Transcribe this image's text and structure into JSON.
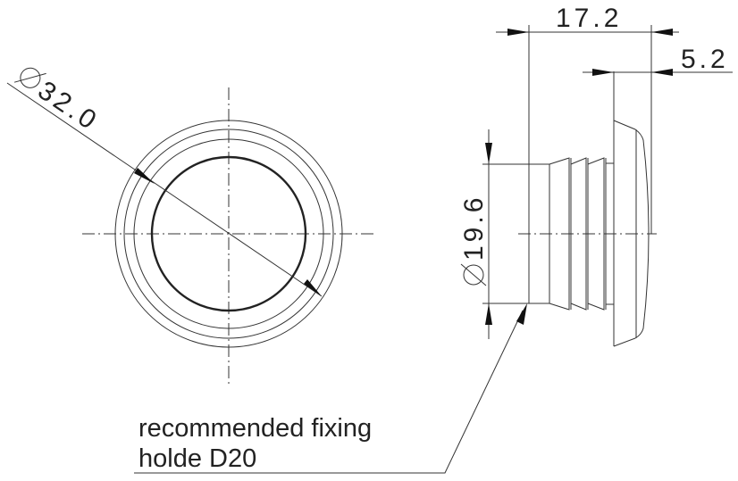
{
  "drawing": {
    "front_view": {
      "diameter_label": "32.0",
      "diameter_symbol": "⌀"
    },
    "side_view": {
      "length_label": "17.2",
      "flange_label": "5.2",
      "diameter_label": "19.6",
      "diameter_symbol": "⌀"
    },
    "note": {
      "line1": "recommended fixing",
      "line2": "holde D20"
    },
    "line_color": "#222222"
  }
}
